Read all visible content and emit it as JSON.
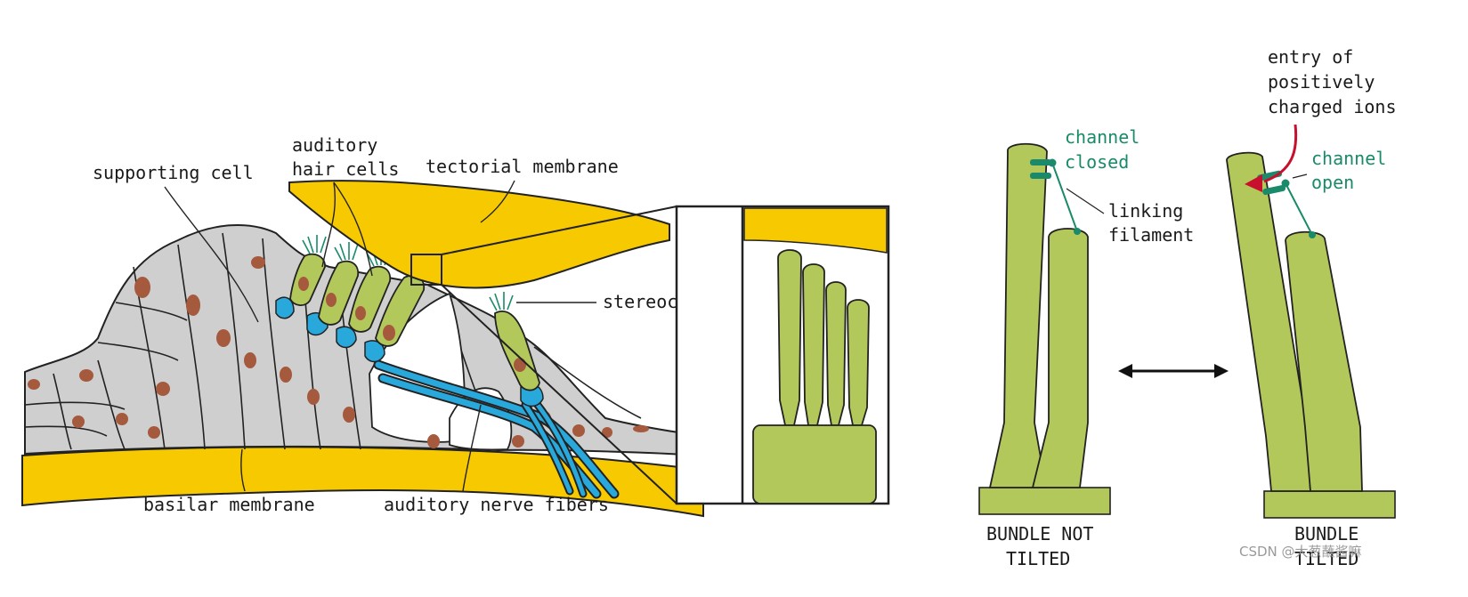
{
  "colors": {
    "membrane_yellow": "#f7c900",
    "cell_gray": "#cfcfcf",
    "hair_green": "#b3c85a",
    "nerve_blue": "#29a8dc",
    "nucleus_brown": "#a55a3e",
    "channel_green": "#1a8a6a",
    "ion_arrow_red": "#c8102e"
  },
  "labels": {
    "supporting_cell": "supporting cell",
    "auditory_hair_cells_1": "auditory",
    "auditory_hair_cells_2": "hair cells",
    "tectorial_membrane": "tectorial membrane",
    "stereocilia": "stereocilia",
    "basilar_membrane": "basilar membrane",
    "auditory_nerve_fibers": "auditory nerve fibers",
    "channel_closed_1": "channel",
    "channel_closed_2": "closed",
    "linking_filament_1": "linking",
    "linking_filament_2": "filament",
    "channel_open_1": "channel",
    "channel_open_2": "open",
    "entry_ions_1": "entry of",
    "entry_ions_2": "positively",
    "entry_ions_3": "charged ions",
    "bundle_not_tilted_1": "BUNDLE NOT",
    "bundle_not_tilted_2": "TILTED",
    "bundle_tilted_1": "BUNDLE",
    "bundle_tilted_2": "TILTED"
  },
  "watermark": "CSDN @大葱蘸酱嘛"
}
